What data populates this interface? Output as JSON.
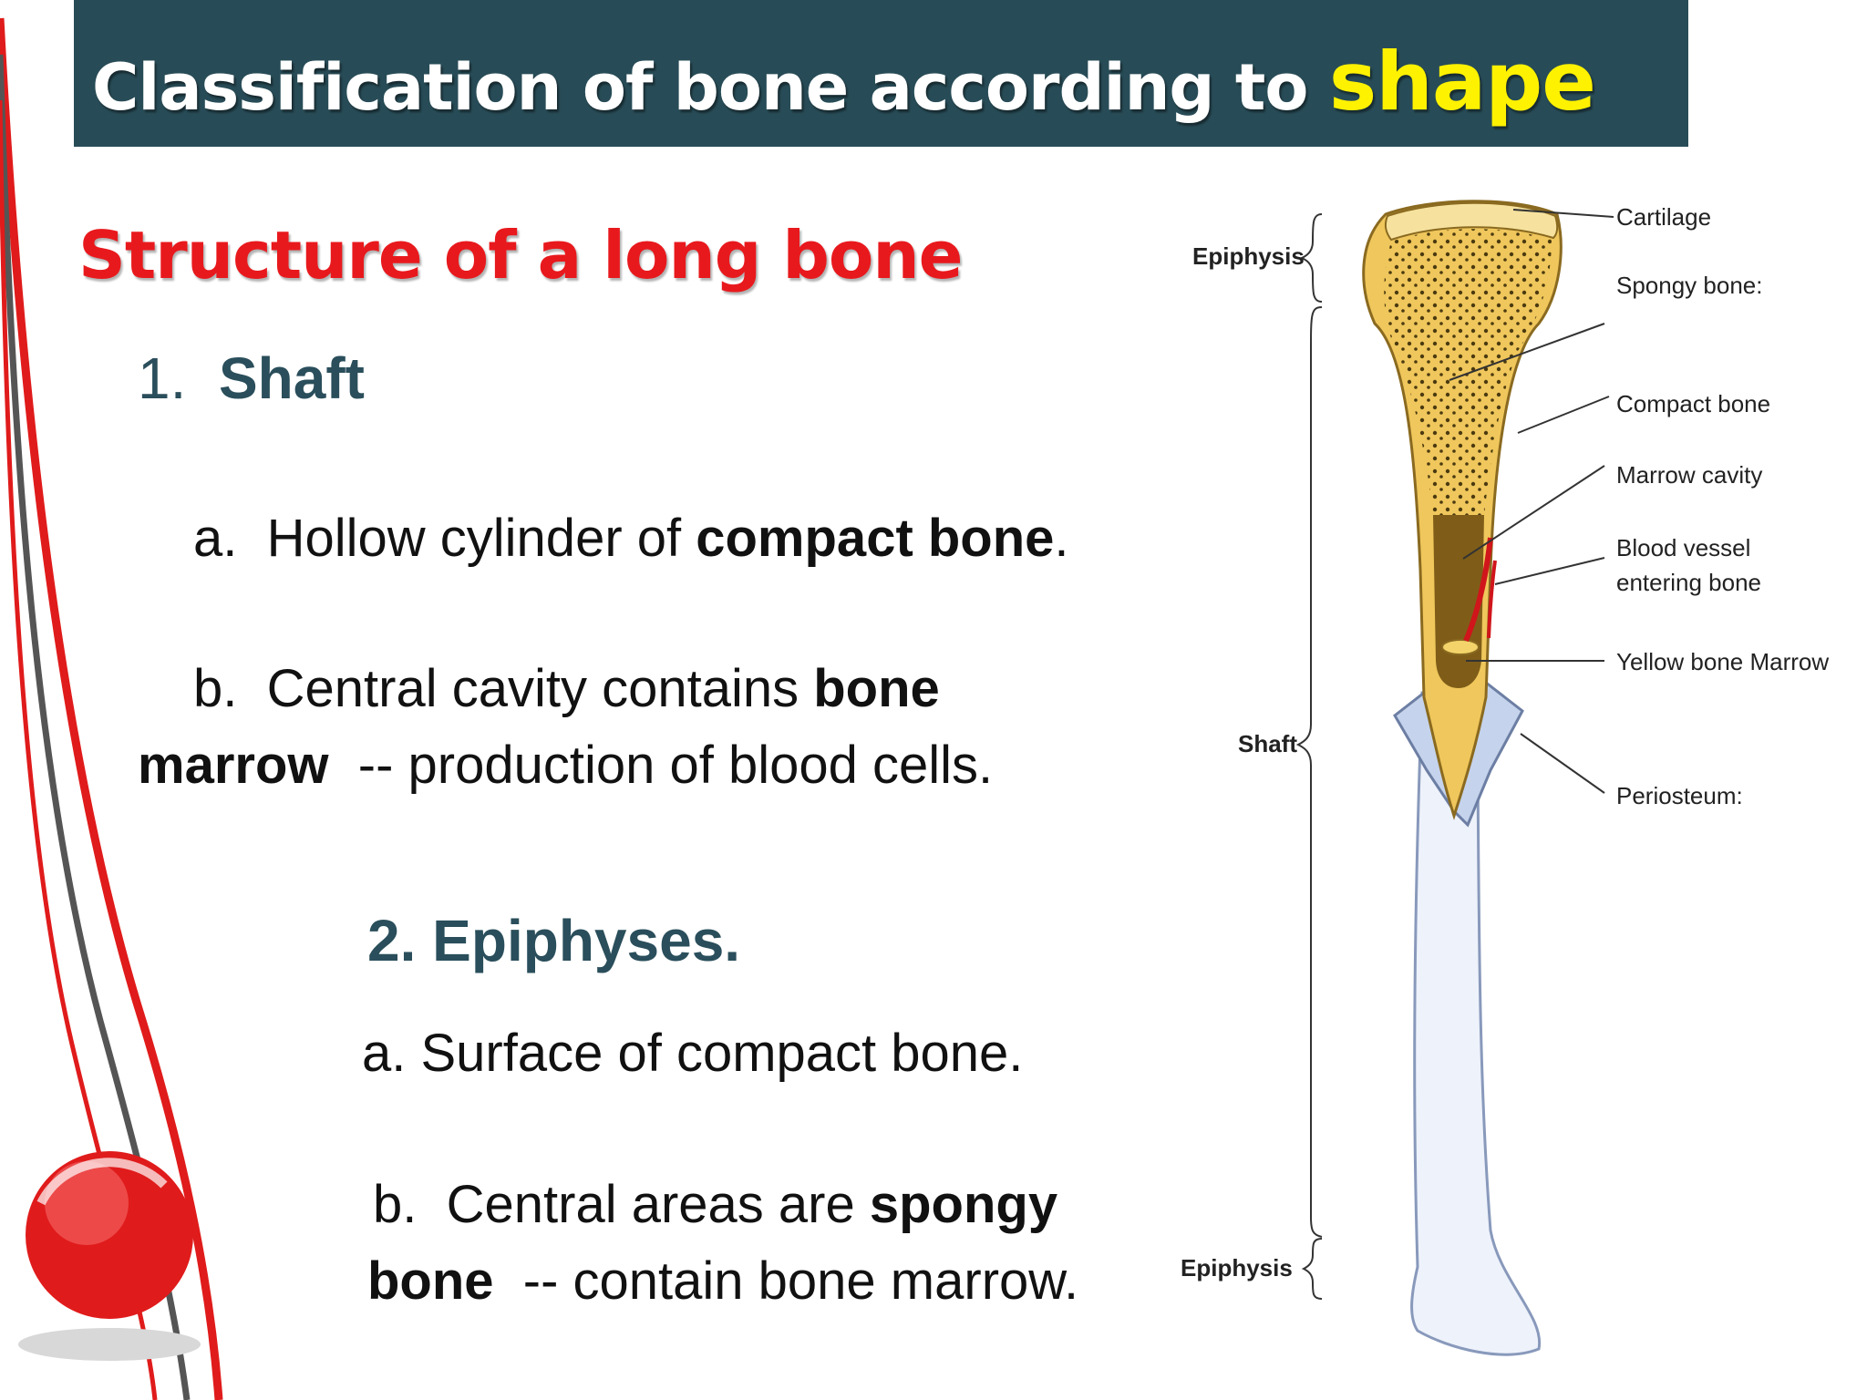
{
  "title": {
    "main": "Classification of bone according to",
    "highlight": "shape"
  },
  "subtitle": "Structure of a long bone",
  "section1": {
    "number": "1.",
    "heading": "Shaft",
    "a_prefix": "a.",
    "a_text": "Hollow cylinder of",
    "a_bold": "compact bone",
    "a_end": ".",
    "b_prefix": "b.",
    "b_text": "Central cavity contains",
    "b_bold_1": "bone",
    "b_bold_2": "marrow",
    "b_rest": "--  production of blood cells."
  },
  "section2": {
    "heading": "2.  Epiphyses.",
    "a_text": "a.  Surface of compact bone.",
    "b_prefix": "b.",
    "b_text": "Central areas are",
    "b_bold_1": "spongy",
    "b_bold_2": "bone",
    "b_rest": "--  contain bone marrow."
  },
  "diagram": {
    "epiphysis_top": "Epiphysis",
    "shaft": "Shaft",
    "epiphysis_bottom": "Epiphysis",
    "cartilage": "Cartilage",
    "spongy_bone": "Spongy bone:",
    "compact_bone": "Compact bone",
    "marrow_cavity": "Marrow cavity",
    "blood_vessel_1": "Blood vessel",
    "blood_vessel_2": "entering bone",
    "yellow_marrow": "Yellow bone Marrow",
    "periosteum": "Periosteum:"
  },
  "colors": {
    "title_bar": "#284c57",
    "title_highlight": "#fff200",
    "subtitle": "#e8191d",
    "heading": "#2a4e5b",
    "bone_yellow": "#f0c75c",
    "bone_white": "#eef2fb"
  }
}
